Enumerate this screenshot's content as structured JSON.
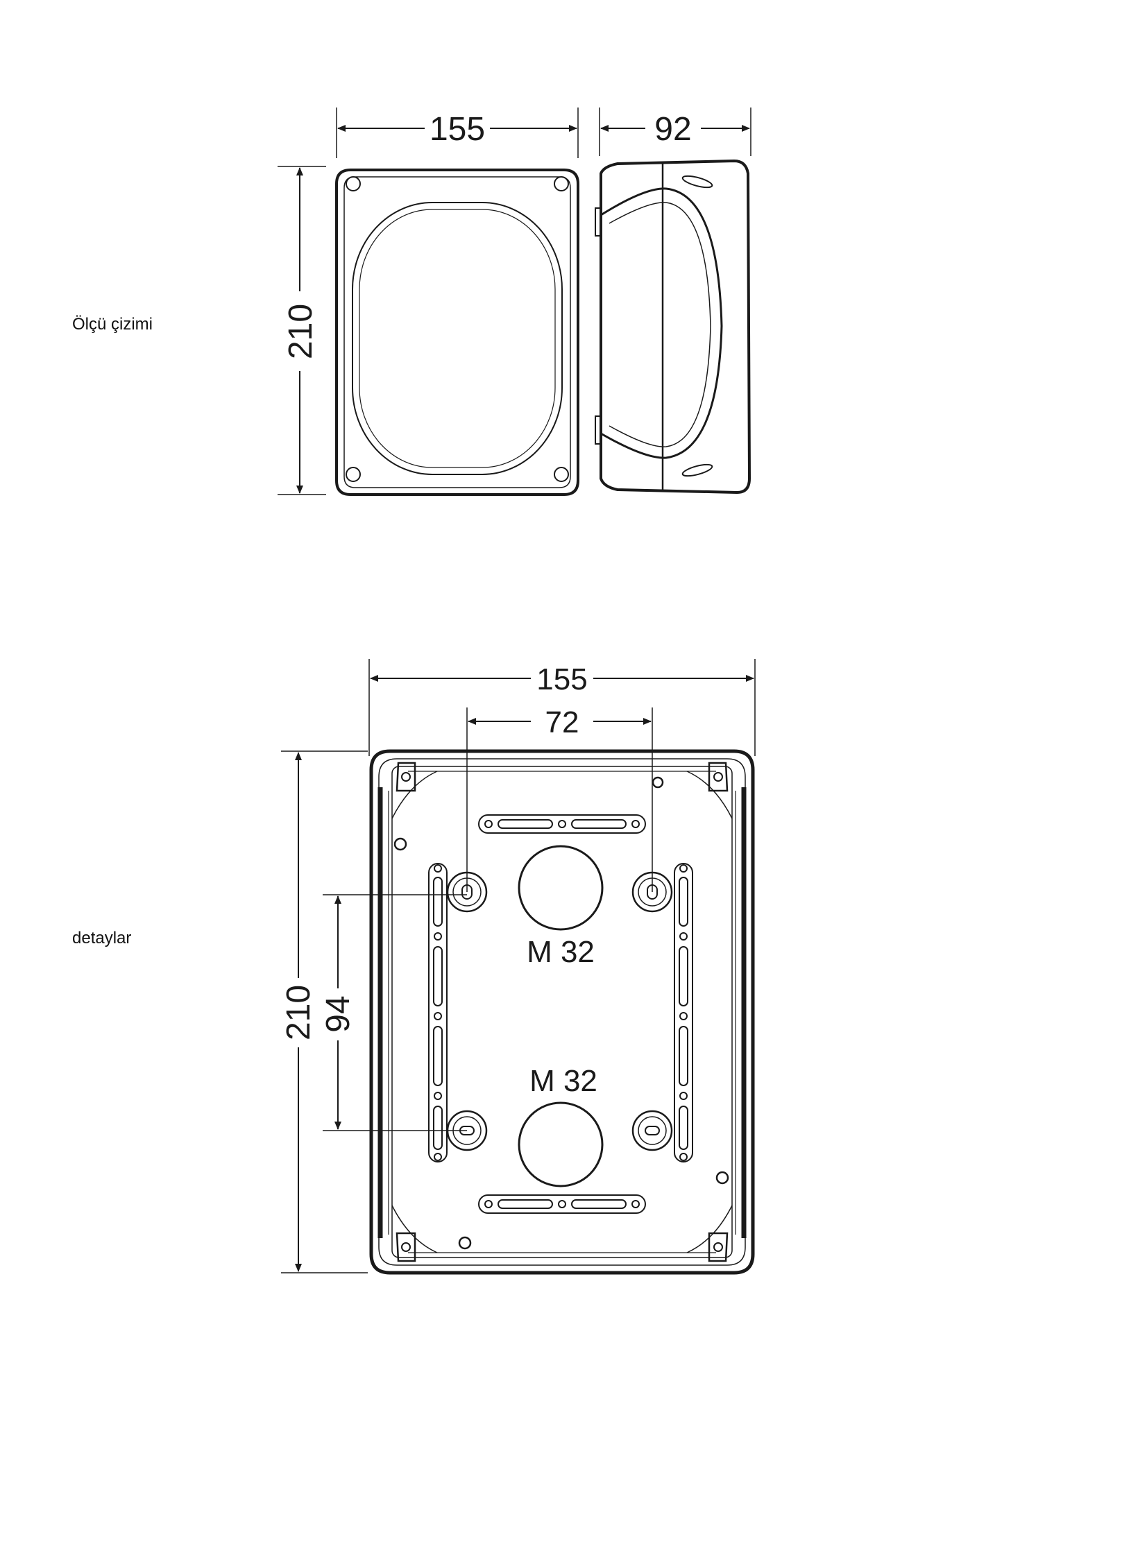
{
  "labels": {
    "top": "Ölçü çizimi",
    "bottom": "detaylar"
  },
  "top_drawing": {
    "width_dim": "155",
    "depth_dim": "92",
    "height_dim": "210"
  },
  "bottom_drawing": {
    "width_dim": "155",
    "inner_width_dim": "72",
    "height_dim": "210",
    "inner_height_dim": "94",
    "entry_top": "M 32",
    "entry_bottom": "M 32"
  },
  "colors": {
    "line": "#1a1a1a",
    "background": "#ffffff"
  }
}
